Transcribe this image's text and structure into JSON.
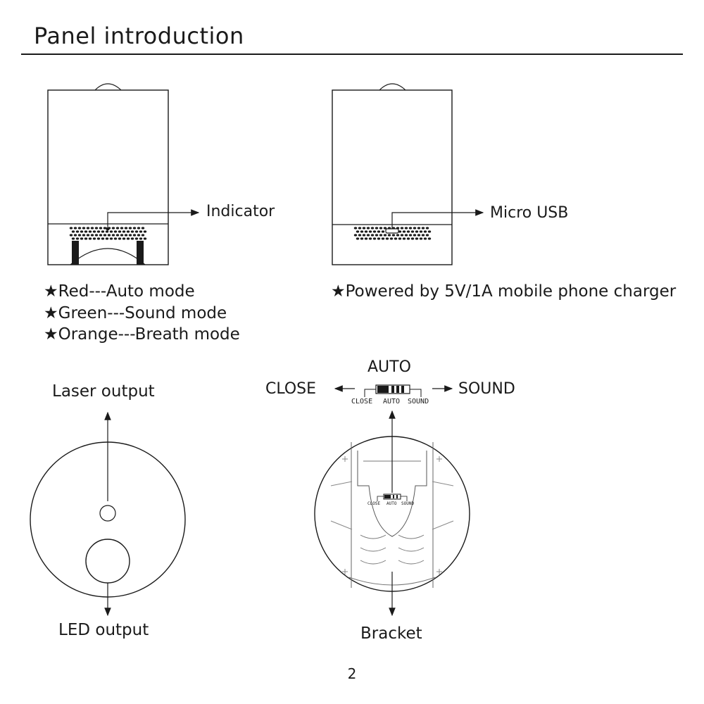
{
  "title": "Panel introduction",
  "top_left": {
    "callout": "Indicator",
    "modes": [
      {
        "star": "★",
        "text": "Red---Auto mode"
      },
      {
        "star": "★",
        "text": "Green---Sound mode"
      },
      {
        "star": "★",
        "text": "Orange---Breath mode"
      }
    ]
  },
  "top_right": {
    "callout": "Micro USB",
    "power_note": "★Powered by 5V/1A mobile phone charger"
  },
  "bottom_left": {
    "top_label": "Laser output",
    "bottom_label": "LED output"
  },
  "bottom_right": {
    "switch_title": "AUTO",
    "left_label": "CLOSE",
    "right_label": "SOUND",
    "switch_legend": [
      "CLOSE",
      "AUTO",
      "SOUND"
    ],
    "bottom_label": "Bracket"
  },
  "page_number": "2"
}
